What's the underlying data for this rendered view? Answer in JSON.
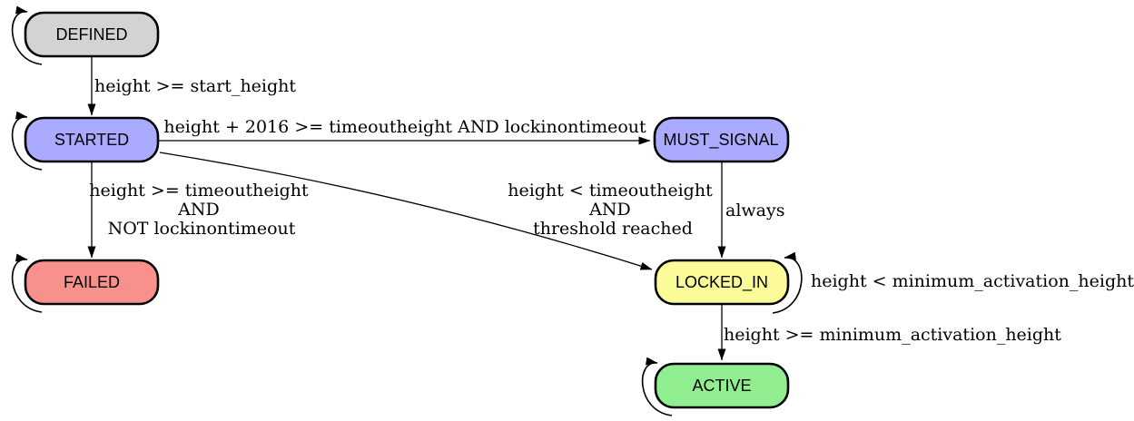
{
  "diagram": {
    "type": "state-machine",
    "background_color": "#ffffff",
    "node_border_color": "#000000",
    "edge_color": "#000000",
    "states": {
      "defined": {
        "label": "DEFINED",
        "color": "#d3d3d3",
        "self_loop": true
      },
      "started": {
        "label": "STARTED",
        "color": "#aaaaff",
        "self_loop": true
      },
      "must_signal": {
        "label": "MUST_SIGNAL",
        "color": "#aaaaff",
        "self_loop": false
      },
      "failed": {
        "label": "FAILED",
        "color": "#f8918c",
        "self_loop": true
      },
      "locked_in": {
        "label": "LOCKED_IN",
        "color": "#fbfb99",
        "self_loop": true
      },
      "active": {
        "label": "ACTIVE",
        "color": "#90ee90",
        "self_loop": true
      }
    },
    "edges": {
      "defined_to_started": {
        "from": "DEFINED",
        "to": "STARTED",
        "label": "height >= start_height"
      },
      "started_to_must_signal": {
        "from": "STARTED",
        "to": "MUST_SIGNAL",
        "label": "height + 2016 >= timeoutheight AND lockinontimeout"
      },
      "started_to_failed": {
        "from": "STARTED",
        "to": "FAILED",
        "lines": [
          "height >= timeoutheight",
          "AND",
          "NOT lockinontimeout"
        ]
      },
      "started_to_locked_in": {
        "from": "STARTED",
        "to": "LOCKED_IN",
        "lines": [
          "height < timeoutheight",
          "AND",
          "threshold reached"
        ]
      },
      "must_signal_to_locked_in": {
        "from": "MUST_SIGNAL",
        "to": "LOCKED_IN",
        "label": "always"
      },
      "locked_in_self_loop": {
        "from": "LOCKED_IN",
        "to": "LOCKED_IN",
        "label": "height < minimum_activation_height"
      },
      "locked_in_to_active": {
        "from": "LOCKED_IN",
        "to": "ACTIVE",
        "label": "height >= minimum_activation_height"
      }
    }
  }
}
